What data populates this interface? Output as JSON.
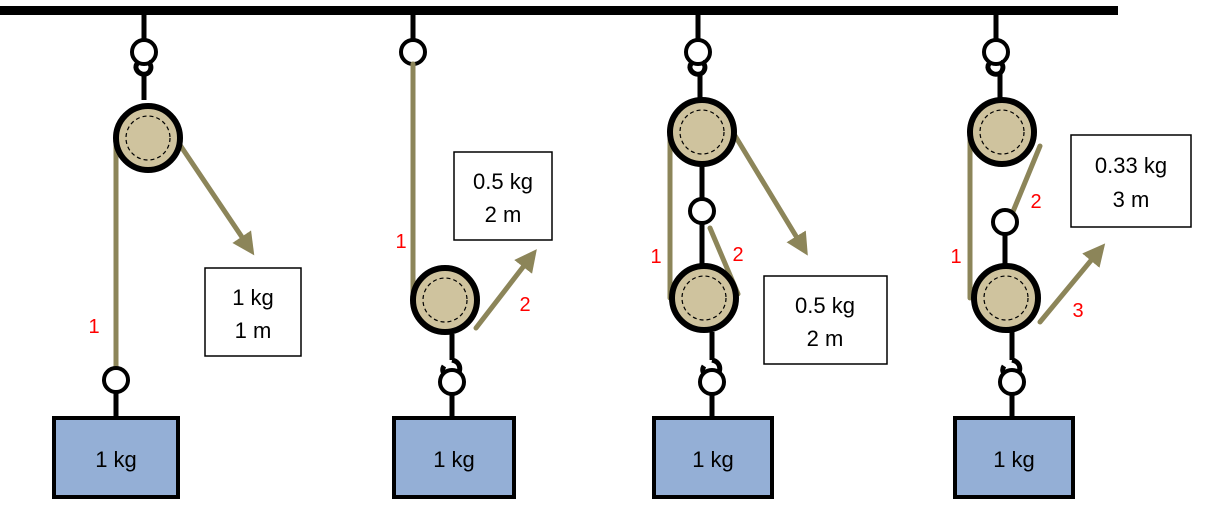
{
  "setups": [
    {
      "id": "single-fixed",
      "load": "1 kg",
      "rope_labels": [
        "1"
      ],
      "effort": {
        "force": "1 kg",
        "distance": "1 m"
      }
    },
    {
      "id": "single-movable",
      "load": "1 kg",
      "rope_labels": [
        "1",
        "2"
      ],
      "effort": {
        "force": "0.5 kg",
        "distance": "2 m"
      }
    },
    {
      "id": "fixed-plus-movable",
      "load": "1 kg",
      "rope_labels": [
        "1",
        "2"
      ],
      "effort": {
        "force": "0.5 kg",
        "distance": "2 m"
      }
    },
    {
      "id": "three-rope",
      "load": "1 kg",
      "rope_labels": [
        "1",
        "2",
        "3"
      ],
      "effort": {
        "force": "0.33 kg",
        "distance": "3 m"
      }
    }
  ],
  "colors": {
    "rope": "#8c8559",
    "pulley": "#cfc39e",
    "mass": "#94afd6",
    "rope_numbers": "#ff0000"
  }
}
